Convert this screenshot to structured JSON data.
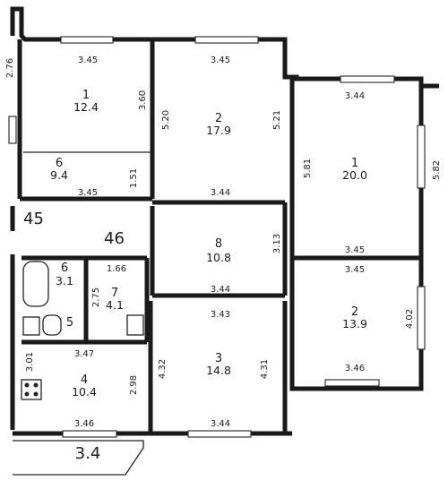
{
  "plan": {
    "north_block": {
      "room_1": {
        "number": "1",
        "area": "12.4",
        "width": "3.45",
        "depth": "3.60"
      },
      "room_2": {
        "number": "2",
        "area": "17.9",
        "width_top": "3.45",
        "width_bottom": "3.44",
        "depth_left": "5.20",
        "depth_right": "5.21"
      },
      "room_6_top": {
        "number": "6",
        "area": "9.4",
        "width": "3.45",
        "depth": "1.51"
      },
      "corner_label": "2.76"
    },
    "hall": {
      "left_label": "45",
      "center_label": "46"
    },
    "middle_block": {
      "room_8": {
        "number": "8",
        "area": "10.8",
        "width_bottom": "3.44",
        "depth": "3.13"
      },
      "room_6_bath": {
        "number": "6",
        "area": "3.1"
      },
      "room_7": {
        "number": "7",
        "area": "4.1",
        "width": "1.66",
        "depth": "2.75"
      },
      "room_5": {
        "number": "5"
      }
    },
    "south_block": {
      "room_4": {
        "number": "4",
        "area": "10.4",
        "width_top": "3.47",
        "width_bottom": "3.46",
        "depth_left": "3.01",
        "depth_right": "2.98"
      },
      "room_3": {
        "number": "3",
        "area": "14.8",
        "width_top": "3.43",
        "width_bottom": "3.44",
        "depth_left": "4.32",
        "depth_right": "4.31"
      },
      "balcony": {
        "label": "3.4"
      }
    },
    "east_block": {
      "room_1": {
        "number": "1",
        "area": "20.0",
        "width_top": "3.44",
        "width_bottom": "3.45",
        "depth": "5.81",
        "depth_far": "5.82"
      },
      "room_2": {
        "number": "2",
        "area": "13.9",
        "width_top": "3.45",
        "width_bottom": "3.46",
        "depth": "4.02"
      }
    }
  }
}
